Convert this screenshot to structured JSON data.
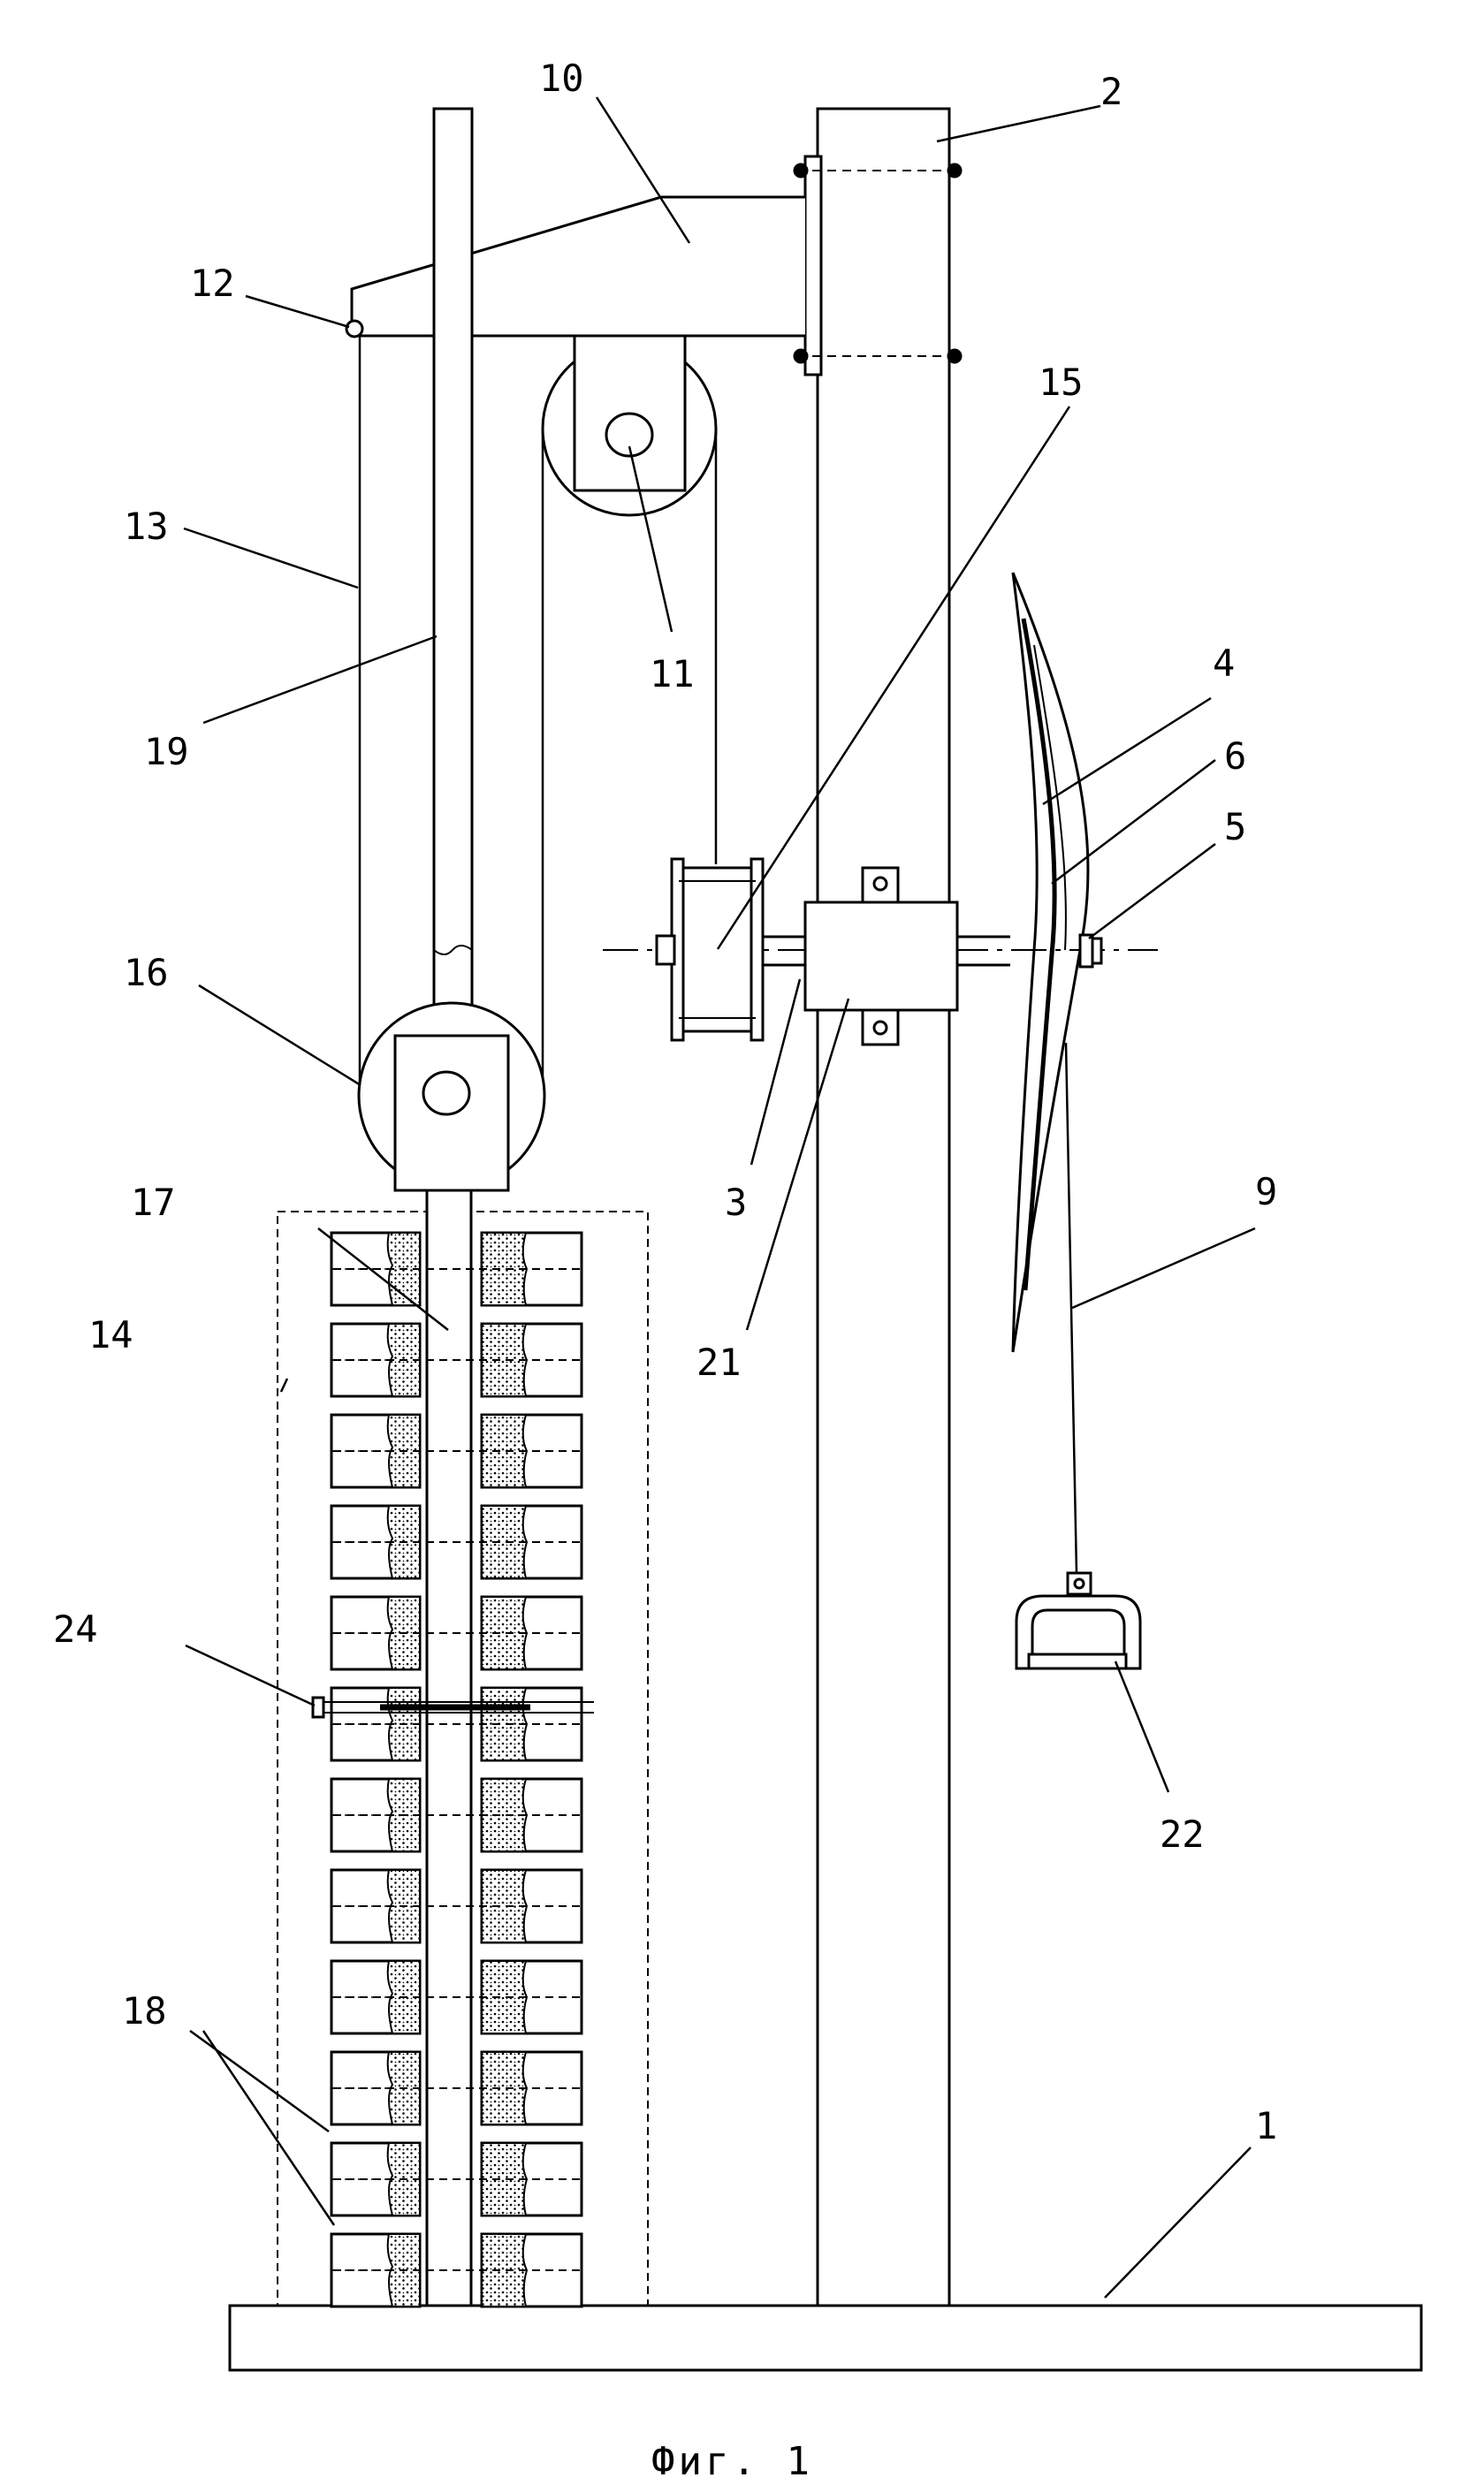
{
  "figure": {
    "caption": "Фиг. 1",
    "labels": {
      "l1": "1",
      "l2": "2",
      "l3": "3",
      "l4": "4",
      "l5": "5",
      "l6": "6",
      "l9": "9",
      "l10": "10",
      "l11": "11",
      "l12": "12",
      "l13": "13",
      "l14": "14",
      "l15": "15",
      "l16": "16",
      "l17": "17",
      "l18": "18",
      "l19": "19",
      "l21": "21",
      "l22": "22",
      "l24": "24"
    },
    "weight_stack_count": 12
  }
}
